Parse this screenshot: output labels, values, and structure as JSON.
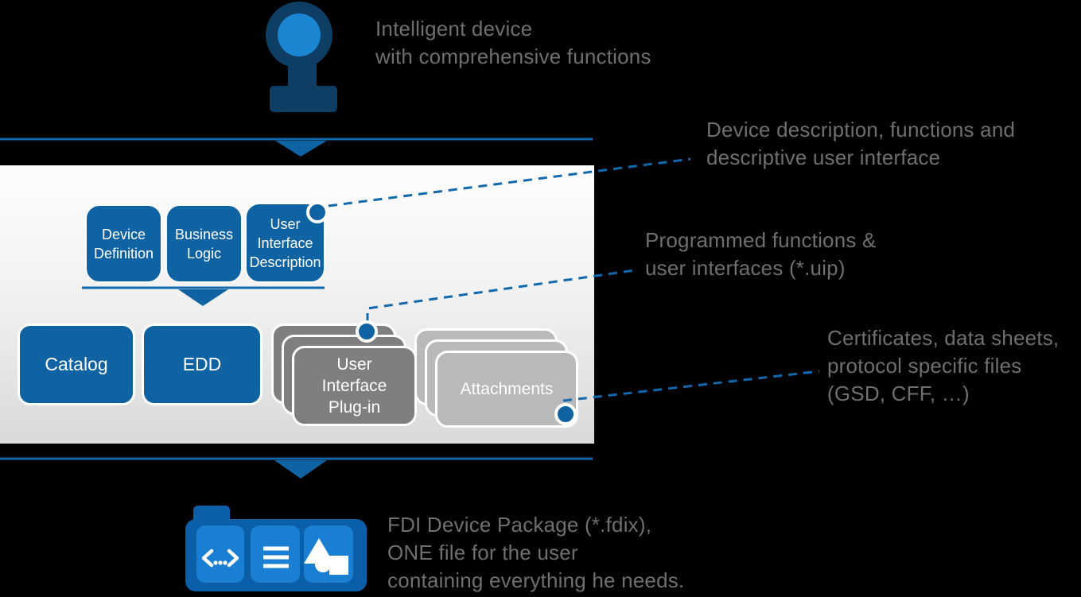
{
  "colors": {
    "background": "#000000",
    "accent_line_blue": "#1268ac",
    "box_blue": "#0f63a3",
    "bright_blue": "#1b86d2",
    "navy": "#0e3e64",
    "folder_blue": "#0b5fa8",
    "tile_blue": "#1a7fd2",
    "dark_gray_stack": "#7f7f7f",
    "light_gray_stack": "#b9b9b9",
    "caption_gray": "#6f6f6f",
    "panel_gradient_top": "#fdfdfd",
    "panel_gradient_bottom": "#d9d9d9"
  },
  "device": {
    "icon": "device-icon",
    "caption": "Intelligent device\nwith comprehensive functions"
  },
  "panel": {
    "source_boxes": [
      {
        "label": "Device\nDefinition"
      },
      {
        "label": "Business\nLogic"
      },
      {
        "label": "User\nInterface\nDescription"
      }
    ],
    "output_boxes": [
      {
        "label": "Catalog"
      },
      {
        "label": "EDD"
      },
      {
        "label": "User\nInterface\nPlug-in"
      },
      {
        "label": "Attachments"
      }
    ]
  },
  "annotations": [
    {
      "text": "Device description, functions and\ndescriptive user interface"
    },
    {
      "text": "Programmed functions &\nuser interfaces (*.uip)"
    },
    {
      "text": "Certificates, data sheets,\nprotocol specific files\n(GSD, CFF, …)"
    }
  ],
  "package": {
    "icon": "package-icon",
    "caption": "FDI Device Package (*.fdix),\nONE file for the user\ncontaining everything he needs."
  }
}
